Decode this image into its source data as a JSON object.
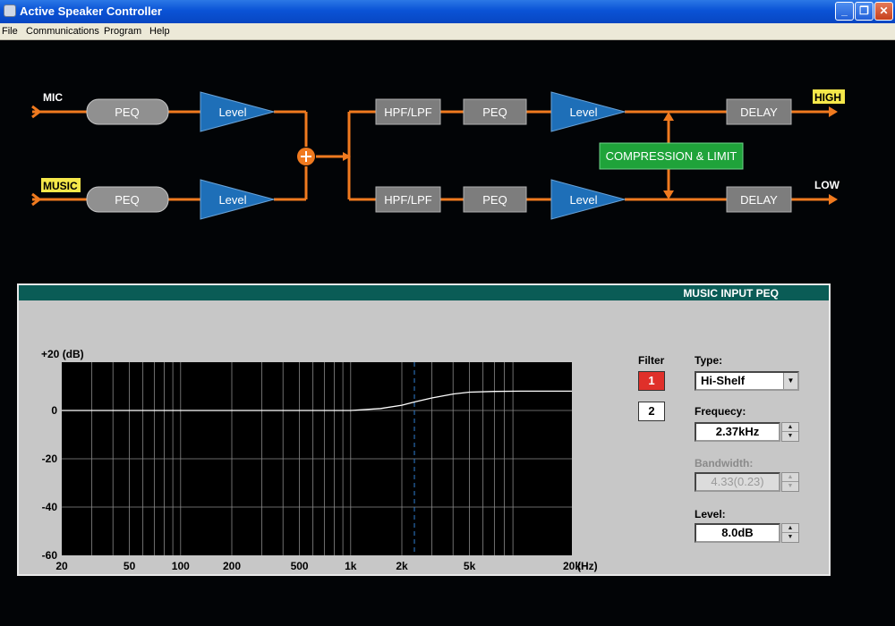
{
  "window": {
    "title": "Active Speaker Controller",
    "buttons": {
      "minimize": "_",
      "maximize": "❐",
      "close": "✕"
    }
  },
  "menu": [
    "File",
    "Communications",
    "Program",
    "Help"
  ],
  "flow": {
    "inputs": {
      "mic": "MIC",
      "music": "MUSIC"
    },
    "outputs": {
      "high": "HIGH",
      "low": "LOW"
    },
    "peq_label": "PEQ",
    "level_label": "Level",
    "filter_label": "HPF/LPF",
    "delay_label": "DELAY",
    "compression_label": "COMPRESSION & LIMIT",
    "sum_symbol": "+",
    "colors": {
      "wire": "#f07a1f",
      "level": "#1e6fb8",
      "block": "#7d7d7d",
      "peq_block": "#909090",
      "compression": "#1fa33a",
      "highlight": "#f5e84a"
    }
  },
  "peq_panel": {
    "title": "MUSIC INPUT PEQ",
    "graph": {
      "y_unit": "+20 (dB)",
      "x_unit": "(Hz)",
      "y_ticks": [
        "0",
        "-20",
        "-40",
        "-60"
      ],
      "x_ticks": [
        "20",
        "50",
        "100",
        "200",
        "500",
        "1k",
        "2k",
        "5k",
        "20k"
      ]
    },
    "filter": {
      "label": "Filter",
      "buttons": [
        "1",
        "2"
      ],
      "selected": "1"
    },
    "type": {
      "label": "Type:",
      "value": "Hi-Shelf"
    },
    "frequency": {
      "label": "Frequecy:",
      "value": "2.37kHz"
    },
    "bandwidth": {
      "label": "Bandwidth:",
      "value": "4.33(0.23)"
    },
    "level": {
      "label": "Level:",
      "value": "8.0dB"
    }
  },
  "chart_data": {
    "type": "line",
    "x_scale": "log",
    "xlim": [
      20,
      20000
    ],
    "ylim": [
      -60,
      20
    ],
    "grid": true,
    "marker_frequency_hz": 2370,
    "series": [
      {
        "x": [
          20,
          100,
          500,
          1000,
          1500,
          2000,
          2370,
          3000,
          4000,
          5000,
          7000,
          10000,
          20000
        ],
        "y": [
          0,
          0,
          0,
          0,
          0.8,
          2.2,
          3.5,
          5.2,
          6.8,
          7.6,
          7.9,
          8.0,
          8.0
        ]
      }
    ]
  }
}
